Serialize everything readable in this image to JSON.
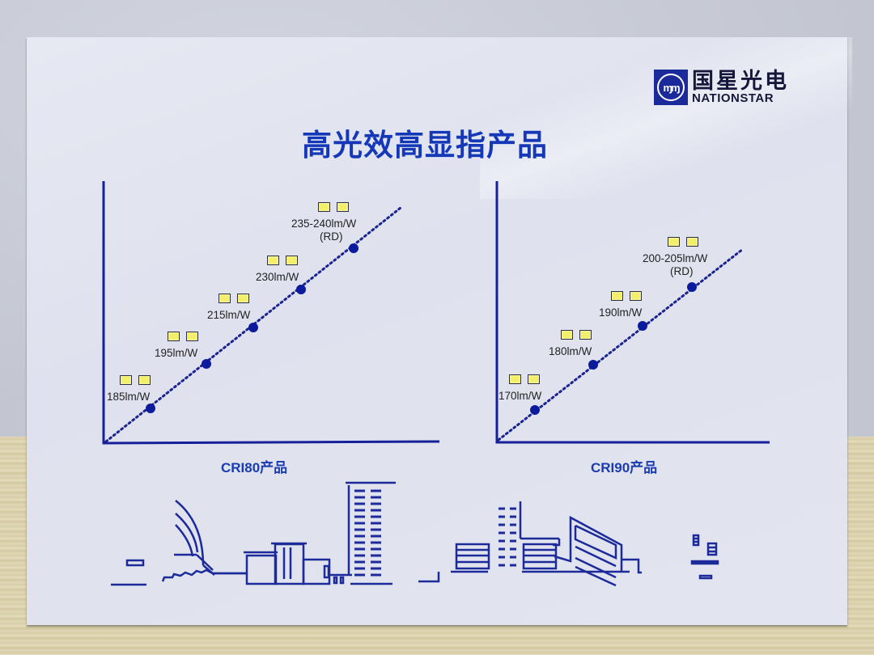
{
  "logo": {
    "mark": "ɱɱ",
    "name_cn": "国星光电",
    "name_en": "NATIONSTAR",
    "color": "#1a2a9a"
  },
  "title": "高光效高显指产品",
  "colors": {
    "title": "#1538b8",
    "axis": "#15209a",
    "point": "#0c1a9c",
    "chip_fill": "#f3ef6a",
    "board": "#e2e4ef"
  },
  "charts": [
    {
      "label": "CRI80产品",
      "points": [
        {
          "label": "185lm/W",
          "sub": ""
        },
        {
          "label": "195lm/W",
          "sub": ""
        },
        {
          "label": "215lm/W",
          "sub": ""
        },
        {
          "label": "230lm/W",
          "sub": ""
        },
        {
          "label": "235-240lm/W",
          "sub": "(RD)"
        }
      ]
    },
    {
      "label": "CRI90产品",
      "points": [
        {
          "label": "170lm/W",
          "sub": ""
        },
        {
          "label": "180lm/W",
          "sub": ""
        },
        {
          "label": "190lm/W",
          "sub": ""
        },
        {
          "label": "200-205lm/W",
          "sub": "(RD)"
        }
      ]
    }
  ],
  "chart_data": [
    {
      "type": "scatter",
      "title": "CRI80产品",
      "xlabel": "",
      "ylabel": "",
      "grid": false,
      "series": [
        {
          "name": "CRI80",
          "values": [
            185,
            195,
            215,
            230,
            237.5
          ]
        }
      ],
      "point_labels": [
        "185lm/W",
        "195lm/W",
        "215lm/W",
        "230lm/W",
        "235-240lm/W (RD)"
      ],
      "trendline": "dotted"
    },
    {
      "type": "scatter",
      "title": "CRI90产品",
      "xlabel": "",
      "ylabel": "",
      "grid": false,
      "series": [
        {
          "name": "CRI90",
          "values": [
            170,
            180,
            190,
            202.5
          ]
        }
      ],
      "point_labels": [
        "170lm/W",
        "180lm/W",
        "190lm/W",
        "200-205lm/W (RD)"
      ],
      "trendline": "dotted"
    }
  ]
}
